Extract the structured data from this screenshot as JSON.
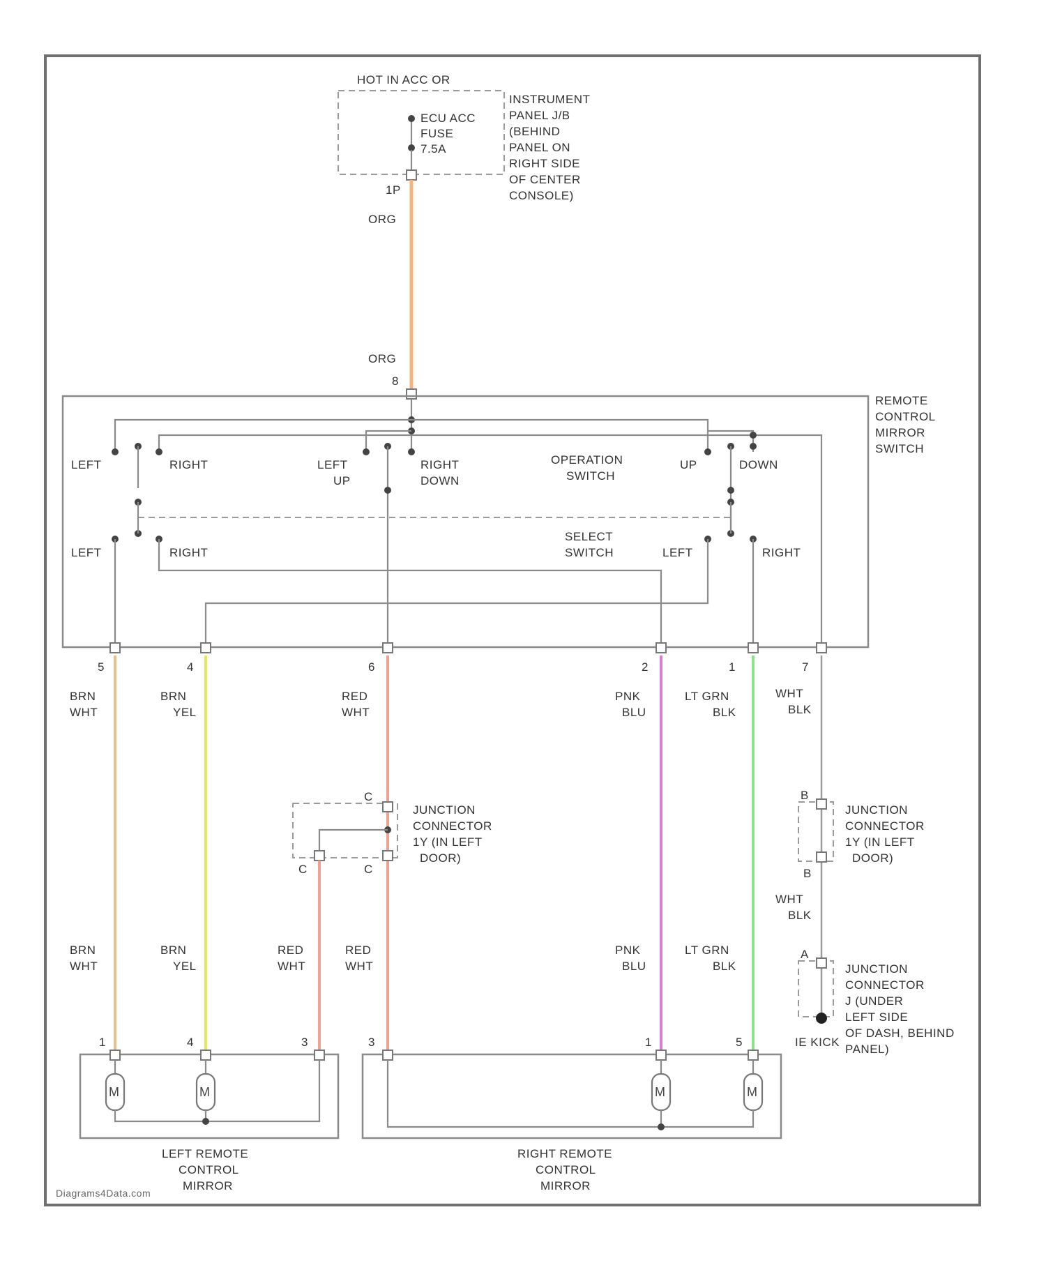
{
  "power": {
    "header": "HOT IN ACC OR",
    "fuse_label_lines": [
      "ECU ACC",
      "FUSE",
      "7.5A"
    ],
    "panel_label_lines": [
      "INSTRUMENT",
      "PANEL J/B",
      "(BEHIND",
      "PANEL ON",
      "RIGHT SIDE",
      "OF CENTER",
      "CONSOLE)"
    ],
    "out_pin": "1P",
    "wire_top": "ORG",
    "wire_bottom": "ORG",
    "switch_pin": "8"
  },
  "switch": {
    "title_lines": [
      "REMOTE",
      "CONTROL",
      "MIRROR",
      "SWITCH"
    ],
    "op_labels": {
      "left": "LEFT",
      "right": "RIGHT",
      "left_up": [
        "LEFT",
        "UP"
      ],
      "right_down": [
        "RIGHT",
        "DOWN"
      ],
      "operation": [
        "OPERATION",
        "SWITCH"
      ],
      "up": "UP",
      "down": "DOWN"
    },
    "sel_labels": {
      "left1": "LEFT",
      "right1": "RIGHT",
      "select": [
        "SELECT",
        "SWITCH"
      ],
      "left2": "LEFT",
      "right2": "RIGHT"
    }
  },
  "wires": [
    {
      "pin": "5",
      "color_lines": [
        "BRN",
        "WHT"
      ],
      "lower_lines": [
        "BRN",
        "WHT"
      ],
      "hex": "#e8c08c"
    },
    {
      "pin": "4",
      "color_lines": [
        "BRN",
        "YEL"
      ],
      "lower_lines": [
        "BRN",
        "YEL"
      ],
      "hex": "#e8e85a"
    },
    {
      "pin": "6",
      "color_lines": [
        "RED",
        "WHT"
      ],
      "lower_lines": [
        "RED",
        "WHT"
      ],
      "hex": "#f2a090"
    },
    {
      "pin": "2",
      "color_lines": [
        "PNK",
        "BLU"
      ],
      "lower_lines": [
        "PNK",
        "BLU"
      ],
      "hex": "#d77fd7"
    },
    {
      "pin": "1",
      "color_lines": [
        "LT GRN",
        "BLK"
      ],
      "lower_lines": [
        "LT GRN",
        "BLK"
      ],
      "hex": "#8fe08a"
    },
    {
      "pin": "7",
      "color_lines": [
        "WHT",
        "BLK"
      ],
      "hex": "#9a9a9a"
    }
  ],
  "branch_wire": {
    "lines": [
      "RED",
      "WHT"
    ],
    "hex": "#f2a090"
  },
  "jc_left": {
    "label_lines": [
      "JUNCTION",
      "CONNECTOR",
      "1Y (IN LEFT",
      "DOOR)"
    ],
    "pin_top": "C",
    "pin_bl": "C",
    "pin_br": "C"
  },
  "jc_right1": {
    "label_lines": [
      "JUNCTION",
      "CONNECTOR",
      "1Y (IN LEFT",
      "DOOR)"
    ],
    "pin_top": "B",
    "pin_bottom": "B",
    "wire_lines": [
      "WHT",
      "BLK"
    ]
  },
  "jc_right2": {
    "label_lines": [
      "JUNCTION",
      "CONNECTOR",
      "J (UNDER",
      "LEFT SIDE",
      "OF DASH, BEHIND",
      "PANEL)"
    ],
    "pin_top": "A",
    "ground": "IE KICK"
  },
  "mirror_left": {
    "title_lines": [
      "LEFT REMOTE",
      "CONTROL",
      "MIRROR"
    ],
    "pins": [
      "1",
      "4",
      "3"
    ],
    "motor": "M"
  },
  "mirror_right": {
    "title_lines": [
      "RIGHT REMOTE",
      "CONTROL",
      "MIRROR"
    ],
    "pins": [
      "3",
      "1",
      "5"
    ],
    "motor": "M"
  },
  "watermark": "Diagrams4Data.com",
  "colors": {
    "power_wire": "#f6b47a",
    "frame": "#8a8a8a"
  }
}
